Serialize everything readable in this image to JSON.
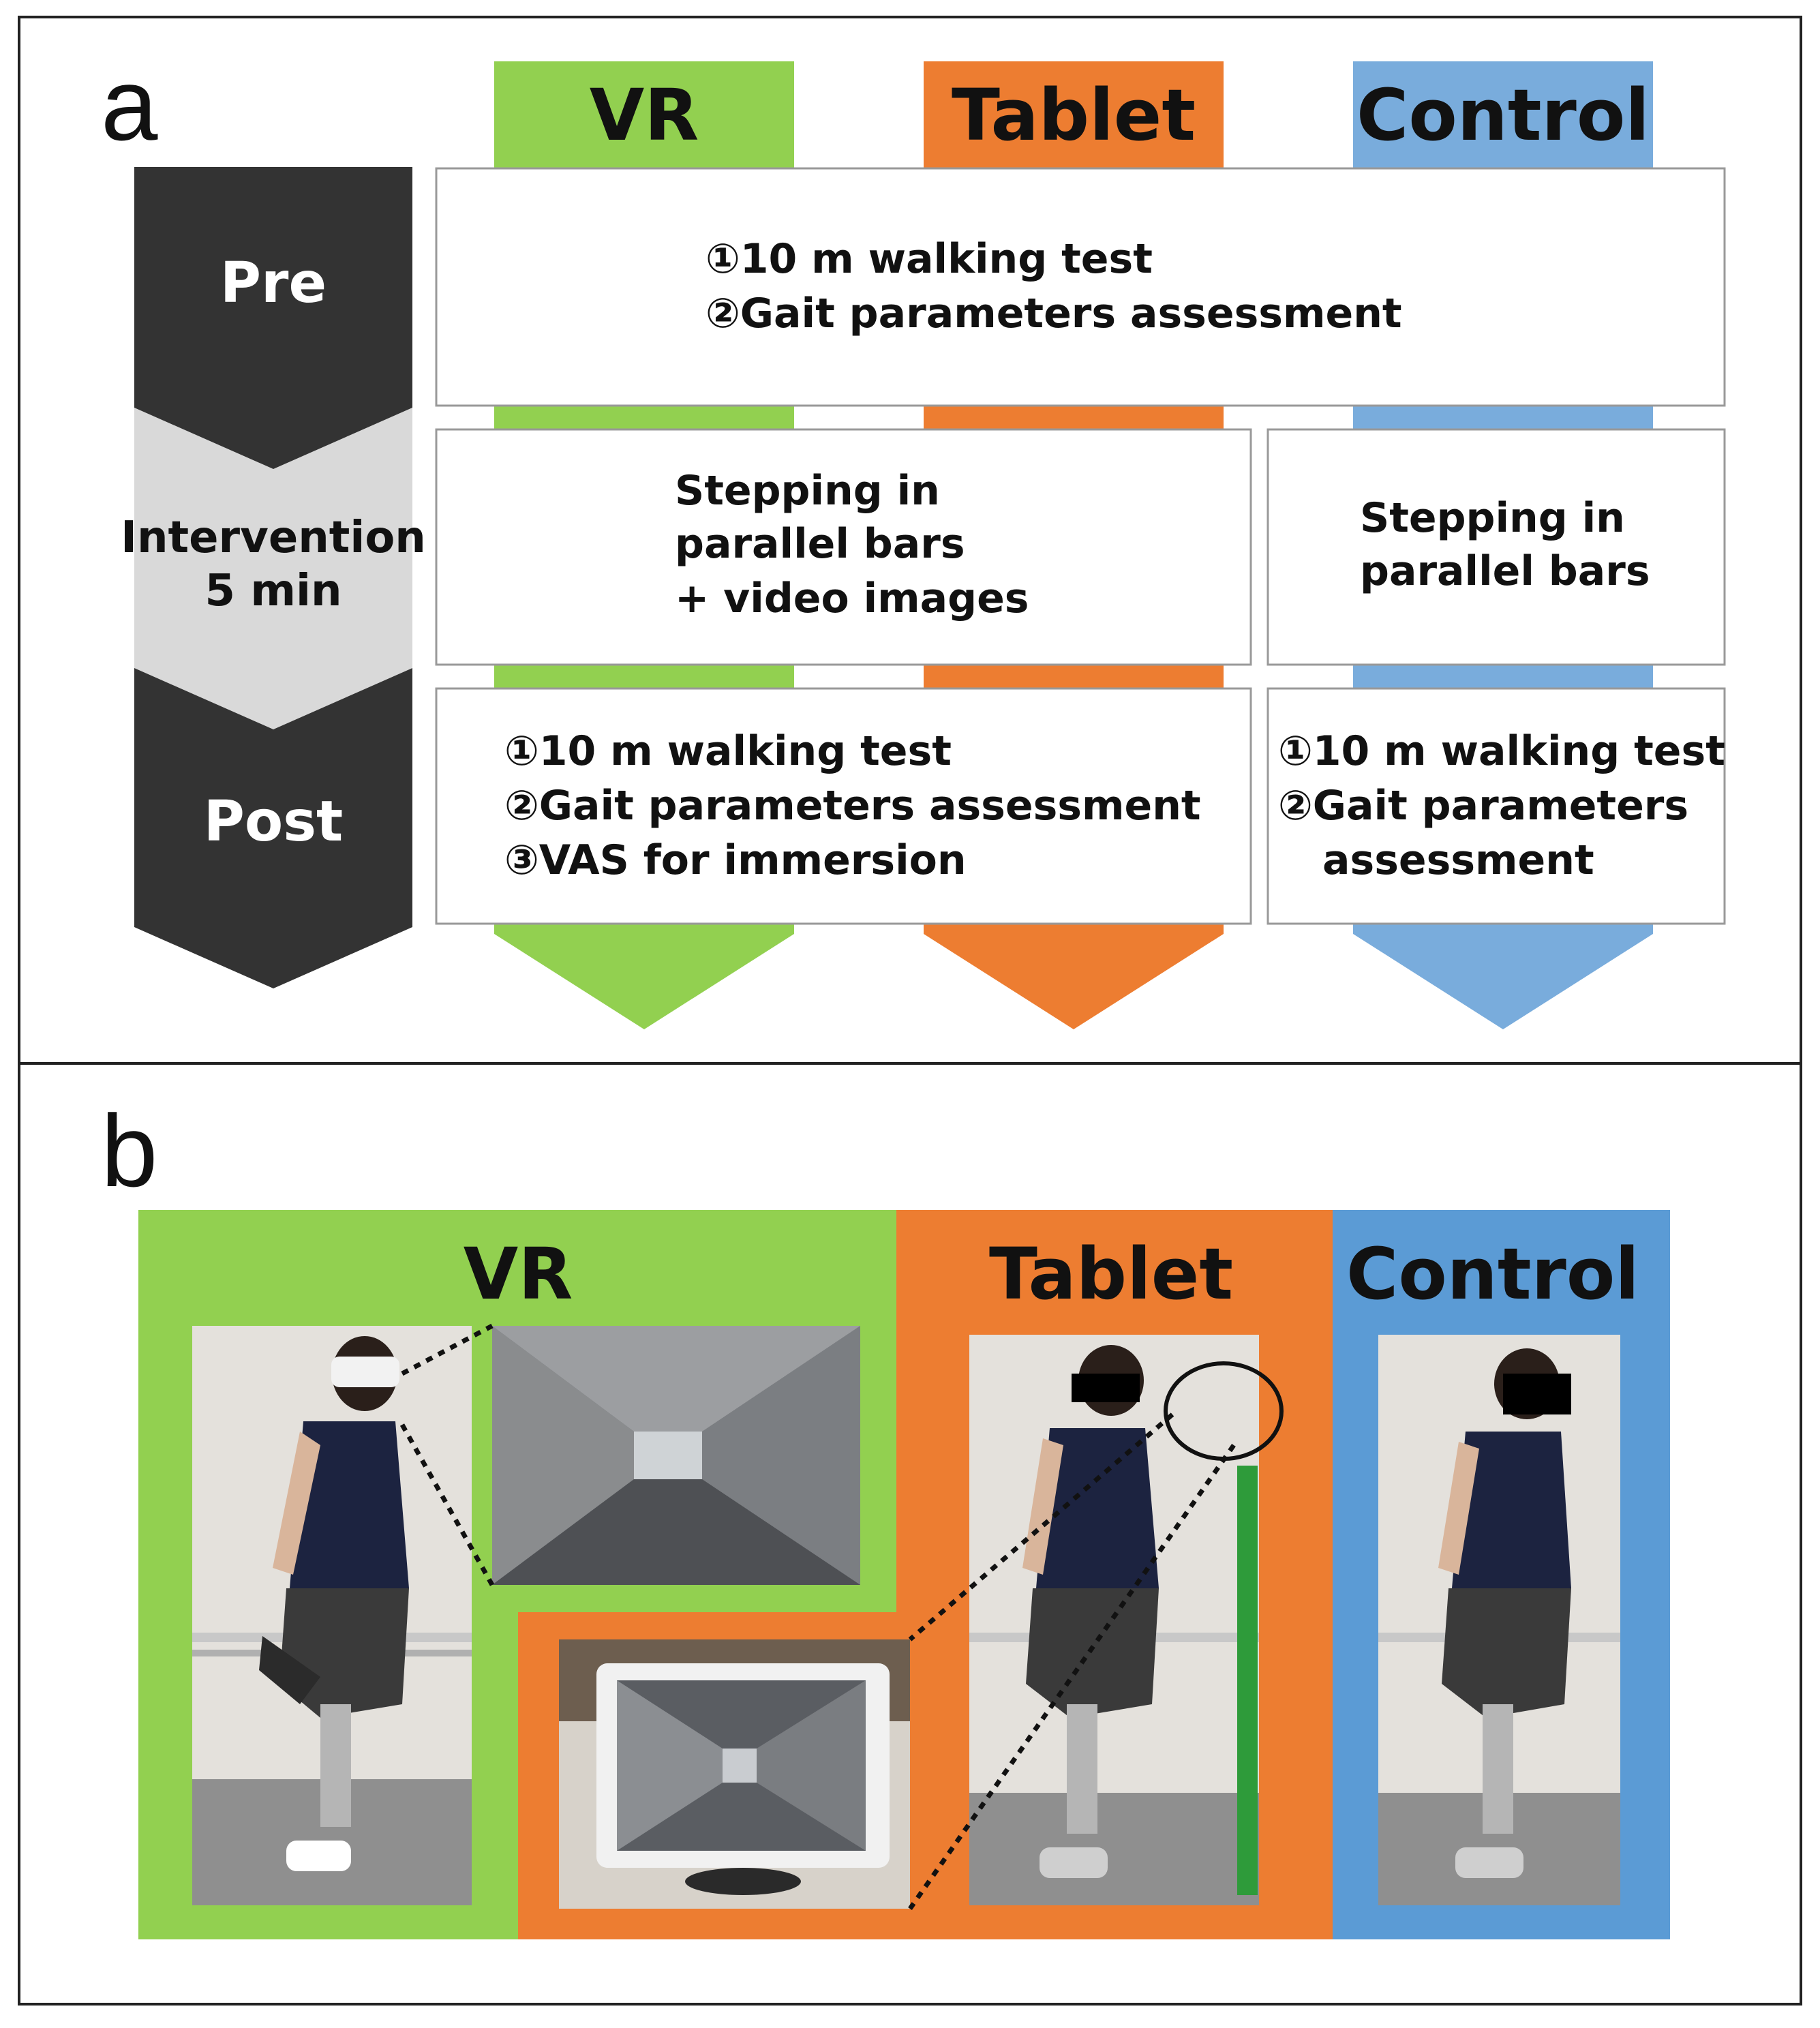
{
  "panels": {
    "a": {
      "label": "a",
      "columns": {
        "vr": "VR",
        "tablet": "Tablet",
        "control": "Control"
      },
      "stages": {
        "pre": "Pre",
        "intervention_line1": "Intervention",
        "intervention_line2": "5 min",
        "post": "Post"
      },
      "pre_box": {
        "line1": "①10 m walking test",
        "line2": "②Gait parameters assessment"
      },
      "intervention_exp": {
        "line1": "Stepping in",
        "line2": "parallel bars",
        "line3": "+ video images"
      },
      "intervention_ctrl": {
        "line1": "Stepping in",
        "line2": "parallel bars"
      },
      "post_exp": {
        "line1": "①10 m walking test",
        "line2": "②Gait parameters assessment",
        "line3": "③VAS for immersion"
      },
      "post_ctrl": {
        "line1": "①10 m walking test",
        "line2": "②Gait parameters",
        "line3": "assessment"
      }
    },
    "b": {
      "label": "b",
      "vr": "VR",
      "tablet": "Tablet",
      "control": "Control"
    }
  },
  "colors": {
    "vr_green": "#92d050",
    "tablet_orange": "#ed7d31",
    "control_blue": "#79acdc",
    "control_blue_b": "#5b9bd5",
    "stage_dark": "#333333",
    "stage_light": "#d9d9d9"
  }
}
